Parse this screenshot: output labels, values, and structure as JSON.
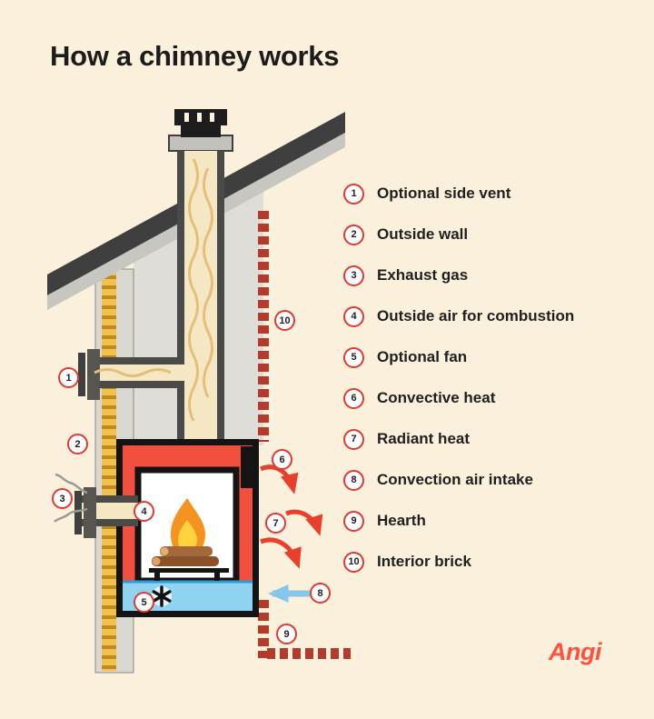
{
  "title": "How a chimney works",
  "legend": {
    "items": [
      {
        "num": "1",
        "label": "Optional side vent"
      },
      {
        "num": "2",
        "label": "Outside wall"
      },
      {
        "num": "3",
        "label": "Exhaust gas"
      },
      {
        "num": "4",
        "label": "Outside air for combustion"
      },
      {
        "num": "5",
        "label": "Optional fan"
      },
      {
        "num": "6",
        "label": "Convective heat"
      },
      {
        "num": "7",
        "label": "Radiant heat"
      },
      {
        "num": "8",
        "label": "Convection air intake"
      },
      {
        "num": "9",
        "label": "Hearth"
      },
      {
        "num": "10",
        "label": "Interior brick"
      }
    ]
  },
  "branding": {
    "logo": "Angi"
  },
  "colors": {
    "background": "#FAF0DC",
    "badge_ring": "#E03A2F",
    "arrow_red": "#E8402C",
    "arrow_blue": "#85C7EA",
    "brick_red": "#B23B2B",
    "firebox_red": "#F2503F",
    "flame_orange": "#F6921E",
    "flame_yellow": "#FFD23F",
    "insulation_yellow": "#F2C24E",
    "roof_dark": "#3F3F3F",
    "wall_gray": "#DEDDD8",
    "logo_red": "#FF5140"
  }
}
